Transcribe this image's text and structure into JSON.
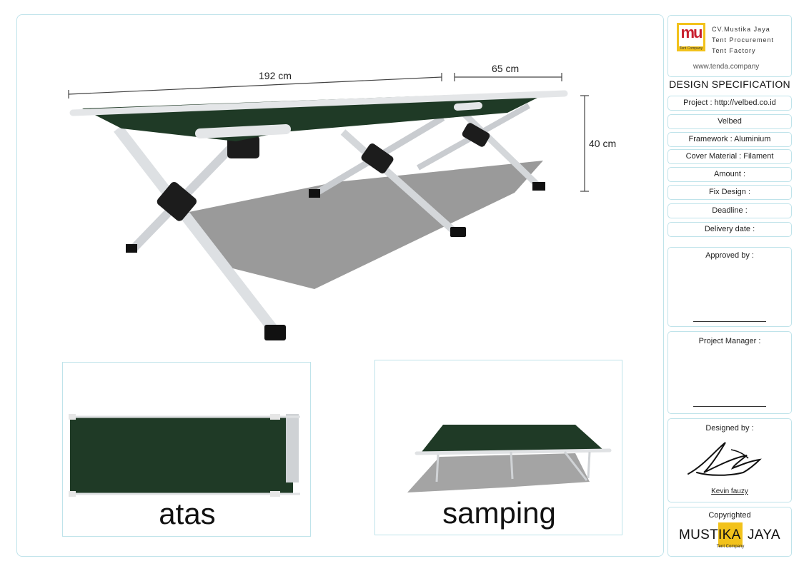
{
  "company": {
    "lines": [
      "CV.Mustika Jaya",
      "Tent Procurement",
      "Tent Factory"
    ],
    "website": "www.tenda.company",
    "logo_text": "mu",
    "logo_tagline": "Tent Company"
  },
  "spec": {
    "title": "DESIGN SPECIFICATION",
    "fields": [
      "Project : http://velbed.co.id",
      "Velbed",
      "Framework : Aluminium",
      "Cover Material : Filament",
      "Amount :",
      "Fix Design :",
      "Deadline :",
      "Delivery date :"
    ]
  },
  "approval": {
    "approved_by": "Approved by :",
    "project_manager": "Project Manager :",
    "designed_by": "Designed by :",
    "designer_name": "Kevin fauzy",
    "copyrighted": "Copyrighted",
    "brand_left": "MUSTIKA",
    "brand_right": "JAYA",
    "brand_tagline": "Tent Company"
  },
  "dimensions": {
    "length": "192 cm",
    "width": "65 cm",
    "height": "40 cm"
  },
  "views": {
    "top": "atas",
    "side": "samping"
  },
  "colors": {
    "canvas": "#1f3a26",
    "frame_border": "#bfe3ea",
    "aluminium": "#d9dcdf",
    "logo_yellow": "#f2c21b",
    "logo_red": "#c8202f"
  }
}
